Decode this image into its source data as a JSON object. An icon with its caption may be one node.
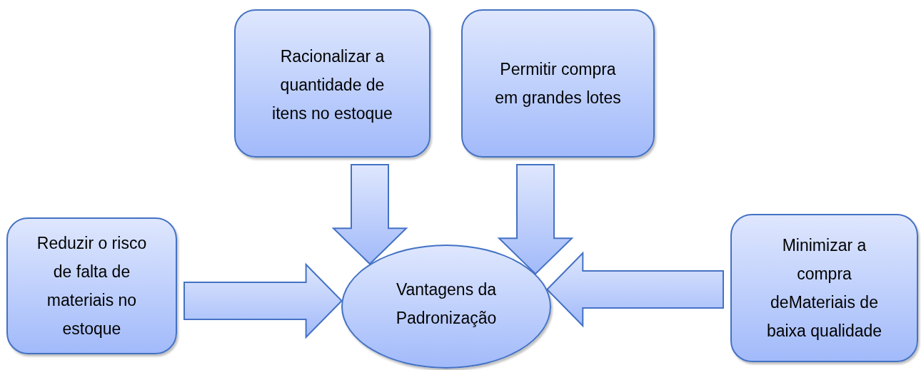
{
  "diagram": {
    "nodes": [
      {
        "text": [
          "Racionalizar a quantidade de itens no estoque"
        ]
      },
      {
        "text": [
          "Permitir compra em grandes lotes"
        ]
      },
      {
        "text": [
          "Reduzir o risco de falta de materiais no estoque"
        ]
      },
      {
        "text": [
          "Vantagens da Padronização"
        ]
      },
      {
        "text": [
          "Minimizar a compra deMateriais de baixa qualidade"
        ]
      }
    ],
    "edges": [
      {
        "from": 0,
        "to": 3,
        "arrow": "to"
      },
      {
        "from": 1,
        "to": 3,
        "arrow": "to"
      },
      {
        "from": 2,
        "to": 3,
        "arrow": "to"
      },
      {
        "from": 4,
        "to": 3,
        "arrow": "to"
      }
    ]
  }
}
